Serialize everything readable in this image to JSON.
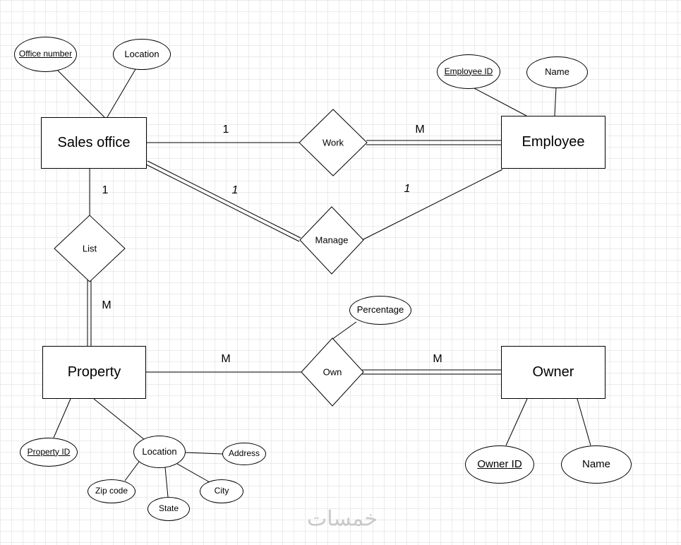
{
  "entities": {
    "sales_office": "Sales office",
    "employee": "Employee",
    "property": "Property",
    "owner": "Owner"
  },
  "relationships": {
    "work": "Work",
    "manage": "Manage",
    "list": "List",
    "own": "Own"
  },
  "attributes": {
    "office_number": "Office number",
    "sales_location": "Location",
    "employee_id": "Employee ID",
    "employee_name": "Name",
    "percentage": "Percentage",
    "property_id": "Property ID",
    "property_location": "Location",
    "address": "Address",
    "zip_code": "Zip code",
    "city": "City",
    "state": "State",
    "owner_id": "Owner ID",
    "owner_name": "Name"
  },
  "cardinalities": {
    "sales_work": "1",
    "work_employee": "M",
    "sales_list": "1",
    "sales_manage": "1",
    "manage_employee": "1",
    "list_property": "M",
    "property_own": "M",
    "own_owner": "M"
  },
  "watermark": "خمسات"
}
